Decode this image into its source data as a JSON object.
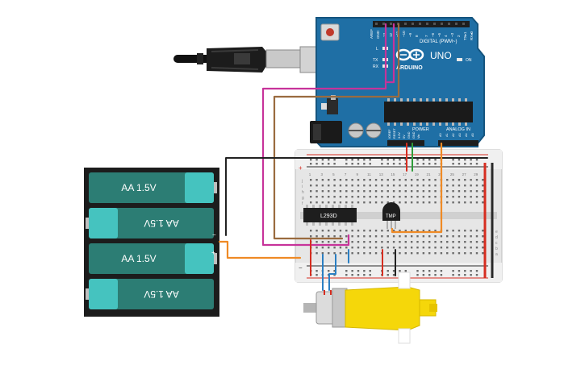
{
  "battery": {
    "cells": [
      {
        "label": "AA 1.5V",
        "flipped": false
      },
      {
        "label": "AA 1.5V",
        "flipped": true
      },
      {
        "label": "AA 1.5V",
        "flipped": false
      },
      {
        "label": "AA 1.5V",
        "flipped": true
      }
    ],
    "terminal_minus": "−",
    "terminal_plus": "+"
  },
  "arduino": {
    "board_name": "UNO",
    "brand": "ARDUINO",
    "header_digital": "DIGITAL (PWM~)",
    "header_power": "POWER",
    "header_analog": "ANALOG IN",
    "led_l": "L",
    "led_tx": "TX",
    "led_rx": "RX",
    "on_label": "ON",
    "aref": "AREF",
    "gnd": "GND",
    "pin_13": "13",
    "pin_12": "12",
    "pin_11": "~11",
    "pin_10": "~10",
    "pin_9": "~9",
    "pin_8": "8",
    "pin_7": "7",
    "pin_6": "~6",
    "pin_5": "~5",
    "pin_4": "4",
    "pin_3": "~3",
    "pin_2": "2",
    "pin_tx1": "TX▸1",
    "pin_rx0": "RX◂0",
    "pwr_ioref": "IOREF",
    "pwr_reset": "RESET",
    "pwr_3v3": "3.3V",
    "pwr_5v": "5V",
    "pwr_gnd1": "GND",
    "pwr_gnd2": "GND",
    "pwr_vin": "Vin",
    "an_a0": "A0",
    "an_a1": "A1",
    "an_a2": "A2",
    "an_a3": "A3",
    "an_a4": "A4",
    "an_a5": "A5"
  },
  "breadboard": {
    "col_numbers": [
      "1",
      "3",
      "5",
      "7",
      "9",
      "11",
      "13",
      "15",
      "17",
      "19",
      "21",
      "23",
      "25",
      "27",
      "29"
    ],
    "row_letters_top": [
      "j",
      "i",
      "h",
      "g",
      "f"
    ],
    "row_letters_bottom": [
      "e",
      "d",
      "c",
      "b",
      "a"
    ],
    "rail_plus": "+",
    "rail_minus": "−"
  },
  "components": {
    "driver_chip": "L293D",
    "temp_sensor": "TMP"
  },
  "colors": {
    "board_blue": "#1f6fa5",
    "battery_teal": "#2c7d74",
    "battery_cap": "#45c3bf",
    "wire_magenta": "#c7339a",
    "wire_brown": "#9a6b3f",
    "wire_orange": "#ef8a25",
    "wire_red": "#d62d20",
    "wire_blue": "#2a7fc3",
    "wire_black": "#222222",
    "motor_yellow": "#f5d70a"
  }
}
